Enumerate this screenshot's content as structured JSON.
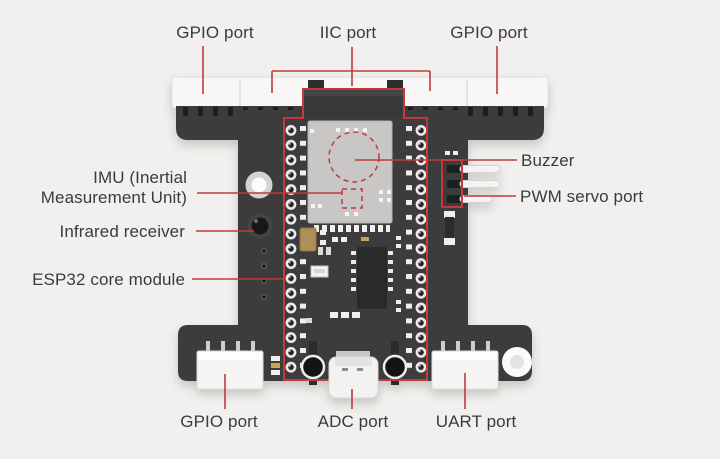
{
  "diagram": {
    "callouts": {
      "top": [
        {
          "label": "GPIO port"
        },
        {
          "label": "IIC port"
        },
        {
          "label": "GPIO port"
        }
      ],
      "left": [
        {
          "line1": "IMU (Inertial",
          "line2": "Measurement Unit)"
        },
        {
          "label": "Infrared receiver"
        },
        {
          "label": "ESP32 core module"
        }
      ],
      "right": [
        {
          "label": "Buzzer"
        },
        {
          "label": "PWM servo port"
        }
      ],
      "bottom": [
        {
          "label": "GPIO port"
        },
        {
          "label": "ADC port"
        },
        {
          "label": "UART port"
        }
      ]
    },
    "colors": {
      "background": "#f1f0ee",
      "leader_line": "#c23a3a",
      "highlight_outline": "#c23a3a",
      "label_text": "#3b3b3b",
      "pcb": "#3c3b3d",
      "connector": "#f7f6f5",
      "module_shield": "#c9c7c6"
    }
  }
}
